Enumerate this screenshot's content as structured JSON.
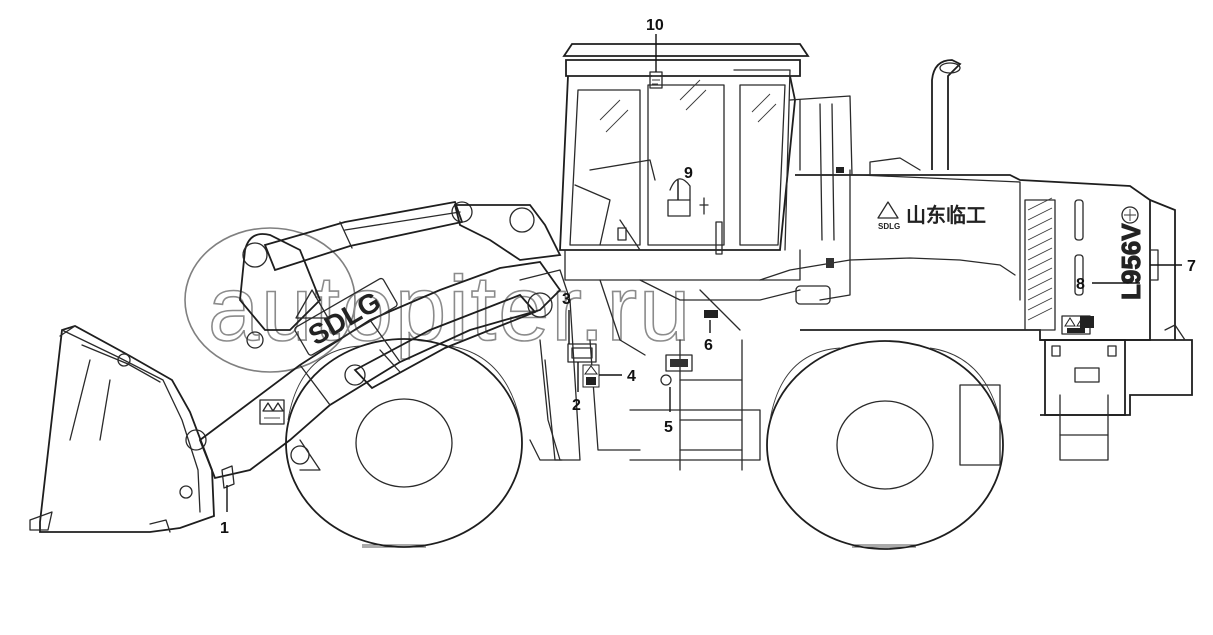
{
  "diagram": {
    "callouts": [
      "1",
      "2",
      "3",
      "4",
      "5",
      "6",
      "7",
      "8",
      "9",
      "10"
    ],
    "brand_logo_text": "SDLG",
    "cab_brand_cn": "山东临工",
    "cab_brand_en": "SDLG",
    "model_text": "L956V",
    "watermark_text": "autopiter.ru"
  }
}
